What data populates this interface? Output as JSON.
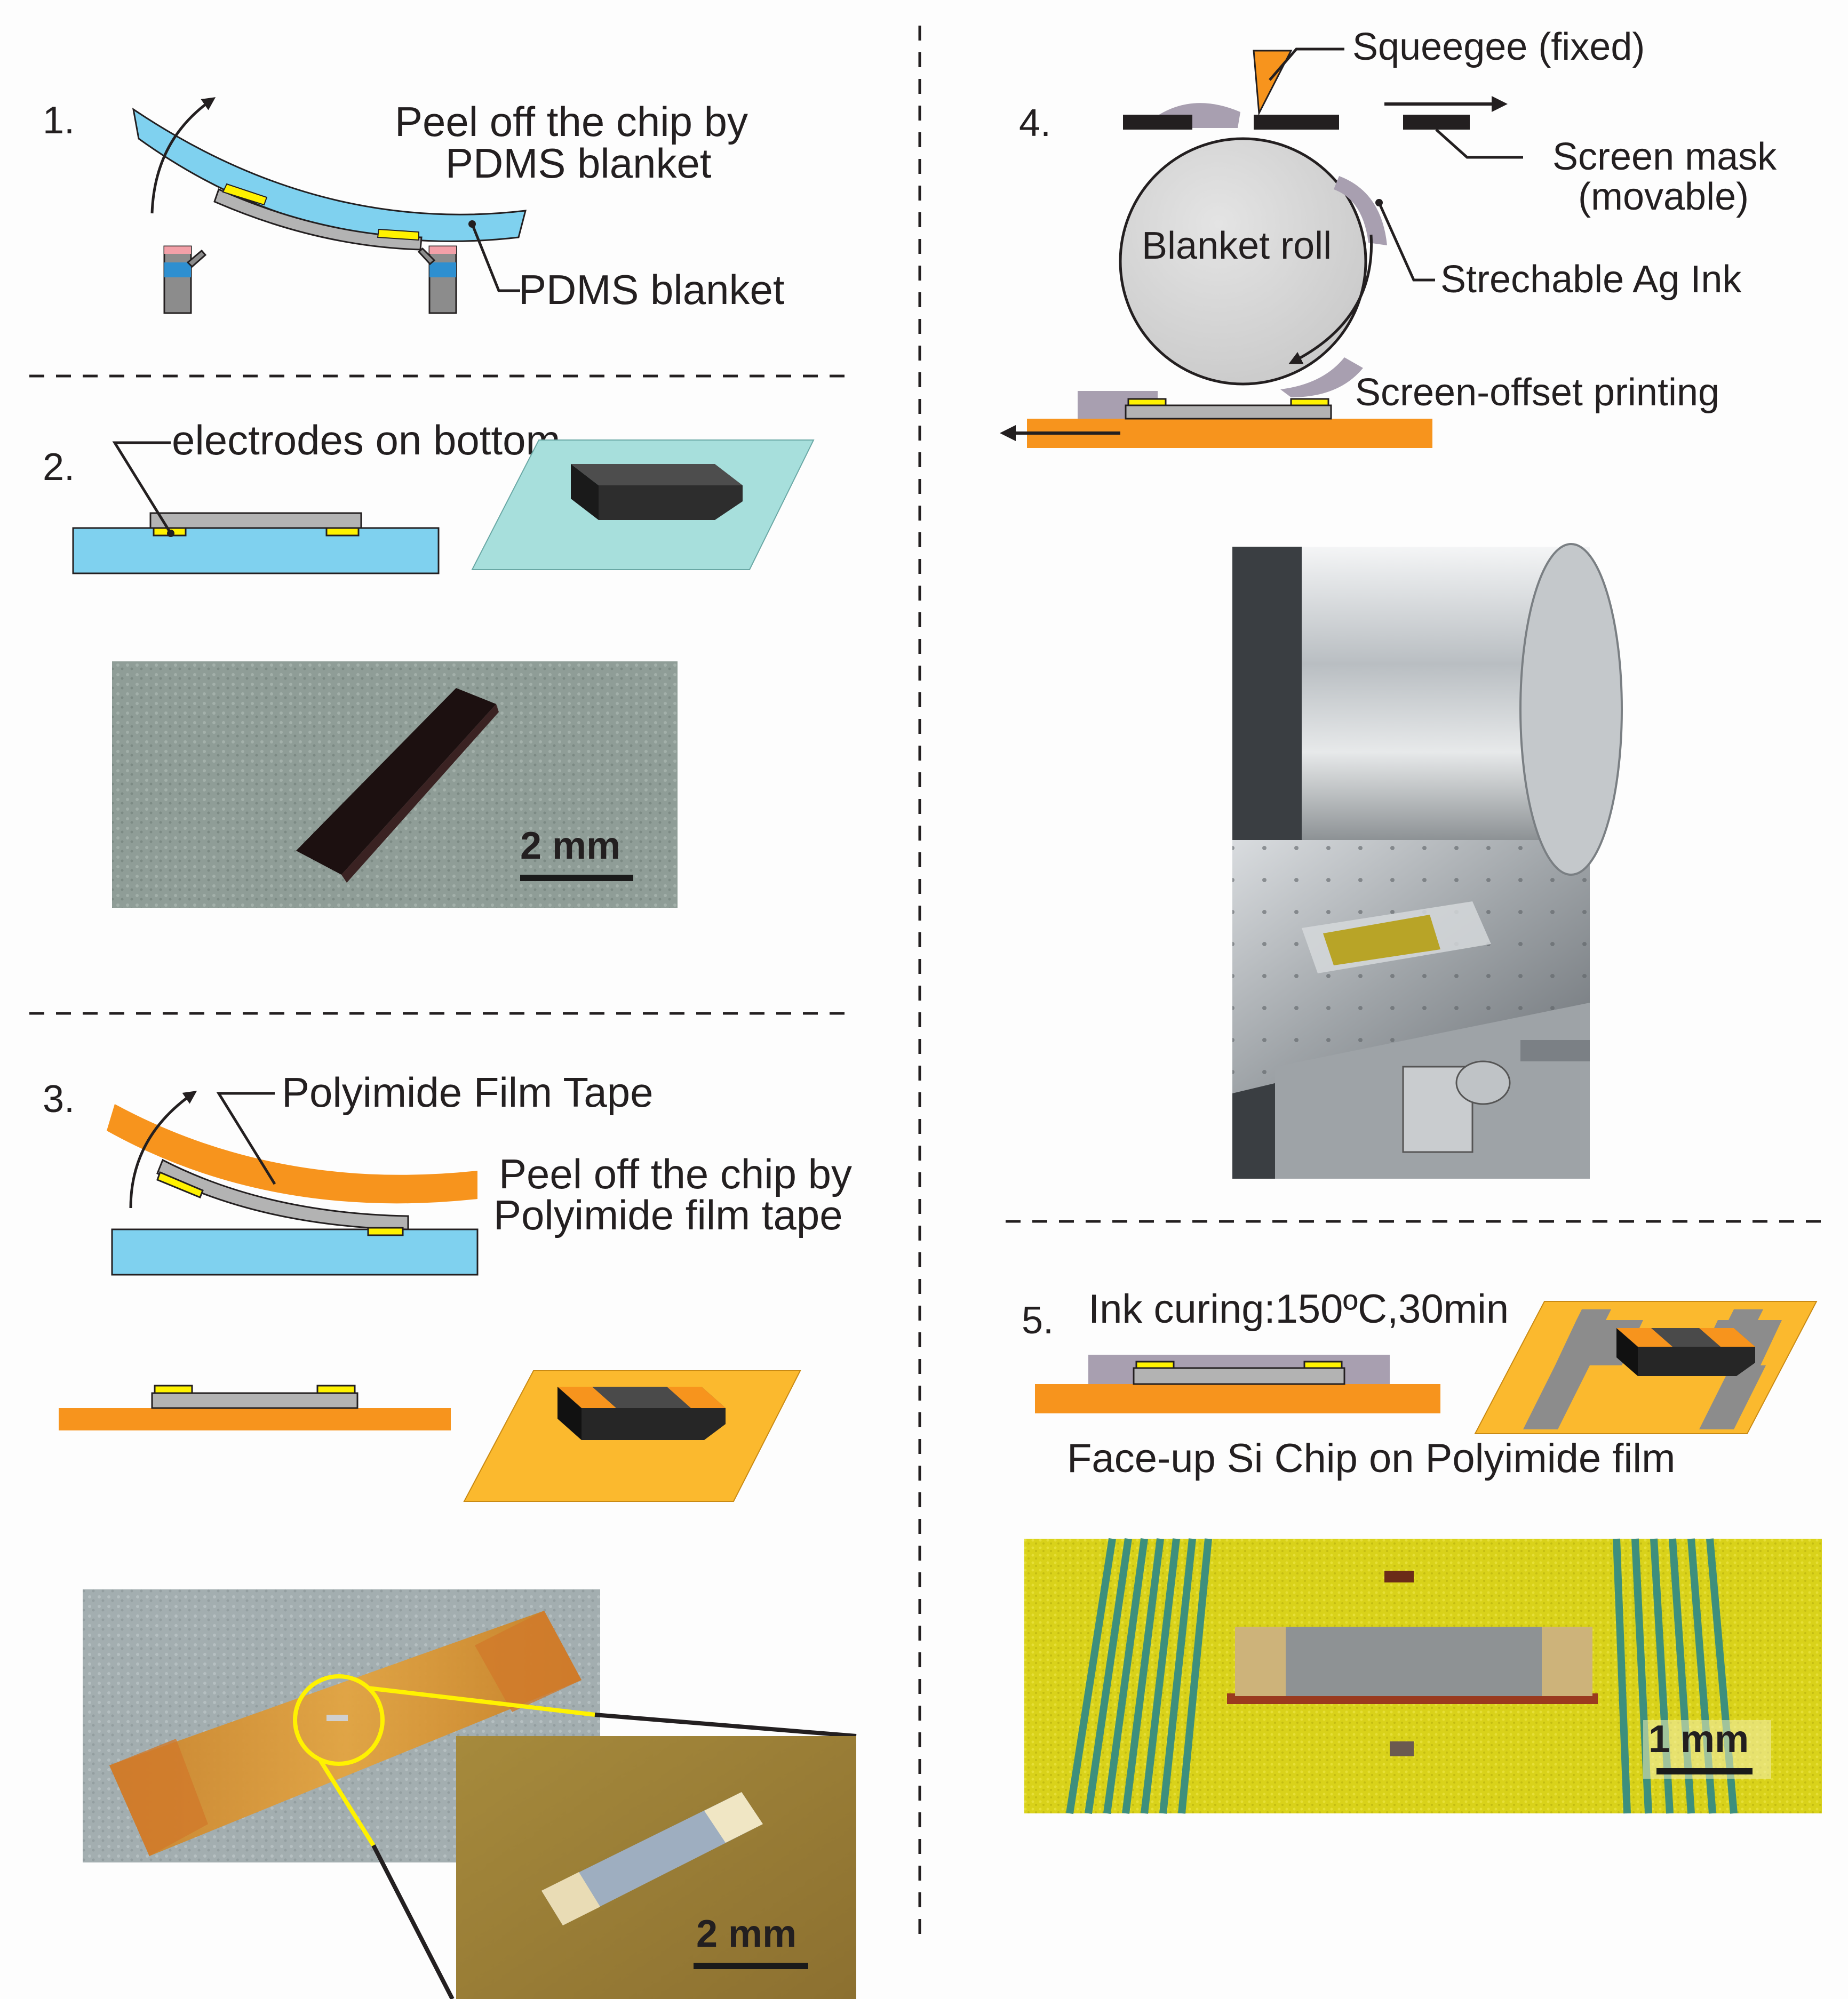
{
  "steps": {
    "s1": {
      "number": "1.",
      "caption_line1": "Peel off the chip by",
      "caption_line2": "PDMS blanket",
      "blanket_label": "PDMS blanket"
    },
    "s2": {
      "number": "2.",
      "electrodes_label": "electrodes on bottom",
      "scale_bar": "2 mm"
    },
    "s3": {
      "number": "3.",
      "tape_label": "Polyimide Film Tape",
      "caption_line1": "Peel off the chip by",
      "caption_line2": "Polyimide film tape",
      "scale_bar": "2 mm"
    },
    "s4": {
      "number": "4.",
      "squeegee_label": "Squeegee (fixed)",
      "mask_line1": "Screen mask",
      "mask_line2": "(movable)",
      "roll_label": "Blanket roll",
      "ink_label": "Strechable Ag Ink",
      "printing_label": "Screen-offset printing"
    },
    "s5": {
      "number": "5.",
      "curing_label": "Ink curing:150ºC,30min",
      "caption": "Face-up Si Chip on Polyimide film",
      "scale_bar": "1 mm"
    }
  },
  "colors": {
    "pdms_blue": "#7fd1ef",
    "polyimide_orange": "#f7941d",
    "polyimide_film": "#fbb92e",
    "glass": "#a7dfdc",
    "electrode_yellow": "#fff200",
    "chip_gray": "#b3b3b3",
    "ag_ink": "#a89fb0",
    "dark": "#231f20"
  }
}
